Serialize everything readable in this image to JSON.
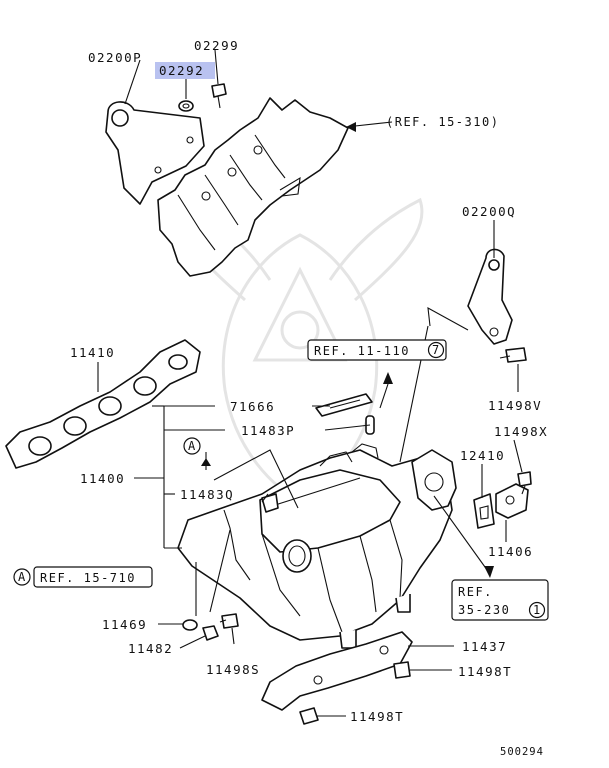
{
  "diagram_number": "500294",
  "highlight_color": "#b9c2f0",
  "callouts": {
    "p02200P": "02200P",
    "p02299": "02299",
    "p02292": "02292",
    "ref_15_310": "(REF. 15-310)",
    "p02200Q": "02200Q",
    "p11410": "11410",
    "ref_11_110_text": "REF. 11-110",
    "ref_11_110_num": "7",
    "p11498V": "11498V",
    "p71666": "71666",
    "p11483P": "11483P",
    "p11498X": "11498X",
    "marker_a": "A",
    "p11400": "11400",
    "p12410": "12410",
    "p11483Q": "11483Q",
    "p11406": "11406",
    "ref_15_710": "REF. 15-710",
    "ref_35_230_line1": "REF.",
    "ref_35_230_line2": "35-230",
    "ref_35_230_num": "1",
    "p11469": "11469",
    "p11437": "11437",
    "p11482": "11482",
    "p11498S": "11498S",
    "p11498T_a": "11498T",
    "p11498T_b": "11498T"
  }
}
